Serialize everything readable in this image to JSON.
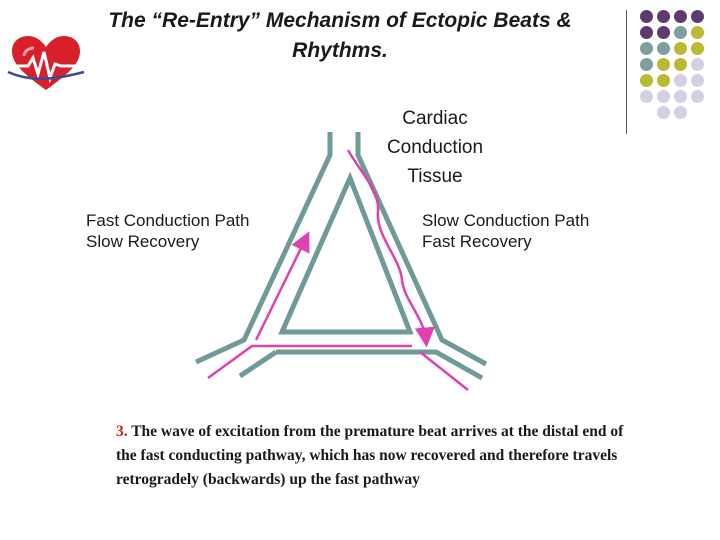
{
  "title": {
    "line1": "The “Re-Entry” Mechanism of Ectopic Beats &",
    "line2": "Rhythms."
  },
  "labels": {
    "tissue": [
      "Cardiac",
      "Conduction",
      "Tissue"
    ],
    "fast_path": [
      "Fast Conduction Path",
      "Slow Recovery"
    ],
    "slow_path": [
      "Slow Conduction Path",
      "Fast Recovery"
    ]
  },
  "caption": {
    "number": "3.",
    "text": "  The wave of excitation from the premature beat arrives at the distal end of the fast conducting pathway, which has now recovered and therefore travels retrogradely (backwards) up the fast pathway"
  },
  "colors": {
    "path": "#6e9a98",
    "impulse": "#e040b0",
    "purple": "#5e3b6e",
    "teal": "#7f9ea0",
    "olive": "#b9b934",
    "lavender": "#d4d0e0",
    "caption_number": "#cc1f1f",
    "logo_heart": "#d8202a"
  },
  "icons": {
    "logo": "heart-ecg-logo"
  }
}
